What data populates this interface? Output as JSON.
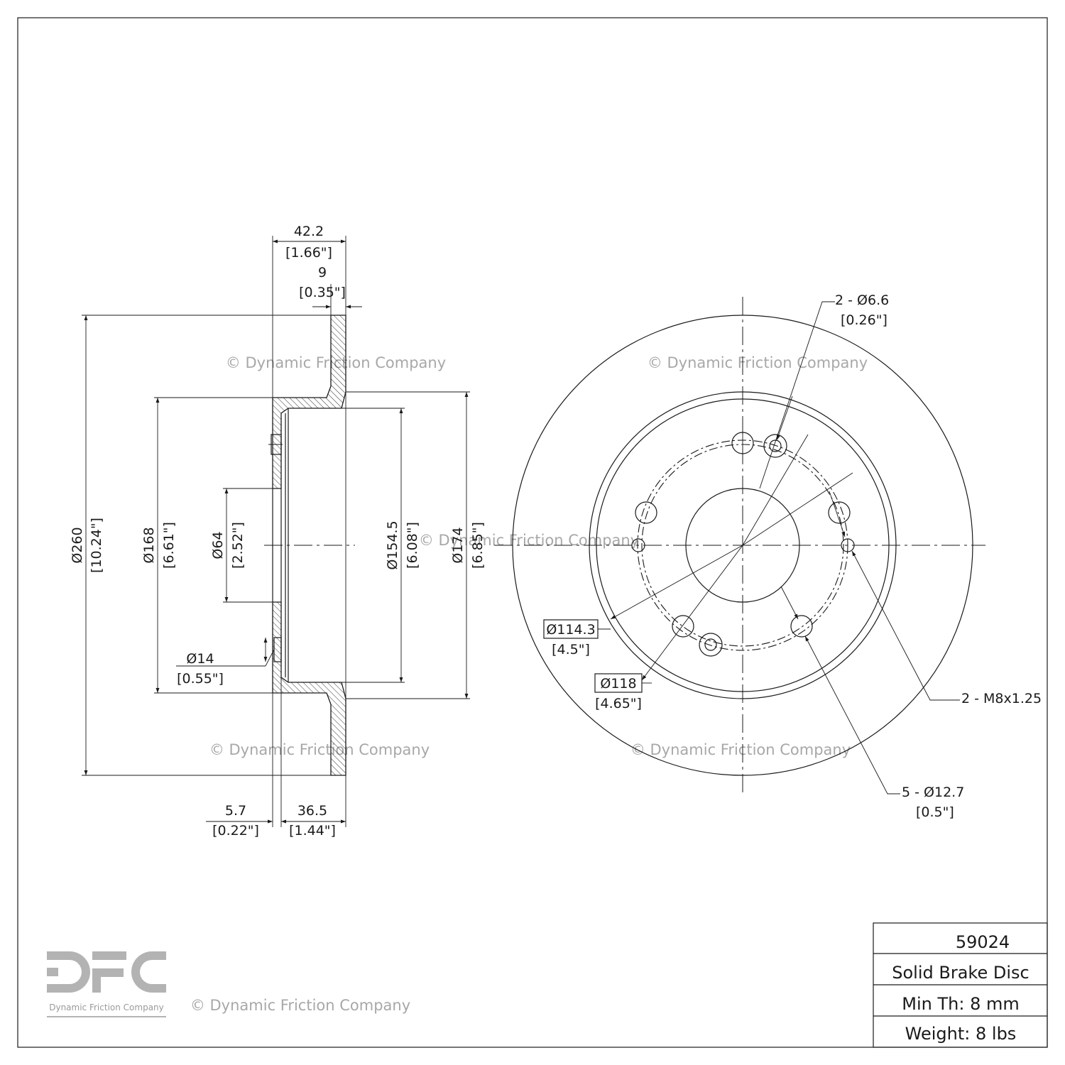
{
  "watermark": "© Dynamic Friction Company",
  "logo": {
    "letters": "DFC",
    "caption": "Dynamic Friction Company"
  },
  "title_block": {
    "part_number": "59024",
    "description": "Solid Brake Disc",
    "min_thickness": "Min Th: 8 mm",
    "weight": "Weight: 8 lbs"
  },
  "side_view": {
    "overall_width": {
      "mm": "42.2",
      "in": "[1.66\"]"
    },
    "rotor_thickness": {
      "mm": "9",
      "in": "[0.35\"]"
    },
    "diameter_outer": {
      "mm": "Ø260",
      "in": "[10.24\"]"
    },
    "diameter_hat": {
      "mm": "Ø168",
      "in": "[6.61\"]"
    },
    "diameter_center_bore": {
      "mm": "Ø64",
      "in": "[2.52\"]"
    },
    "diameter_hat_inner": {
      "mm": "Ø154.5",
      "in": "[6.08\"]"
    },
    "diameter_174": {
      "mm": "Ø174",
      "in": "[6.85\"]"
    },
    "hole_14": {
      "mm": "Ø14",
      "in": "[0.55\"]"
    },
    "hat_offset": {
      "mm": "5.7",
      "in": "[0.22\"]"
    },
    "hat_depth": {
      "mm": "36.5",
      "in": "[1.44\"]"
    }
  },
  "front_view": {
    "locating_holes": {
      "label": "2 - Ø6.6",
      "in": "[0.26\"]"
    },
    "threaded_holes": {
      "label": "2 - M8x1.25"
    },
    "lug_holes": {
      "label": "5 - Ø12.7",
      "in": "[0.5\"]"
    },
    "bolt_circle": {
      "mm": "Ø114.3",
      "in": "[4.5\"]"
    },
    "pitch_circle": {
      "mm": "Ø118",
      "in": "[4.65\"]"
    }
  }
}
